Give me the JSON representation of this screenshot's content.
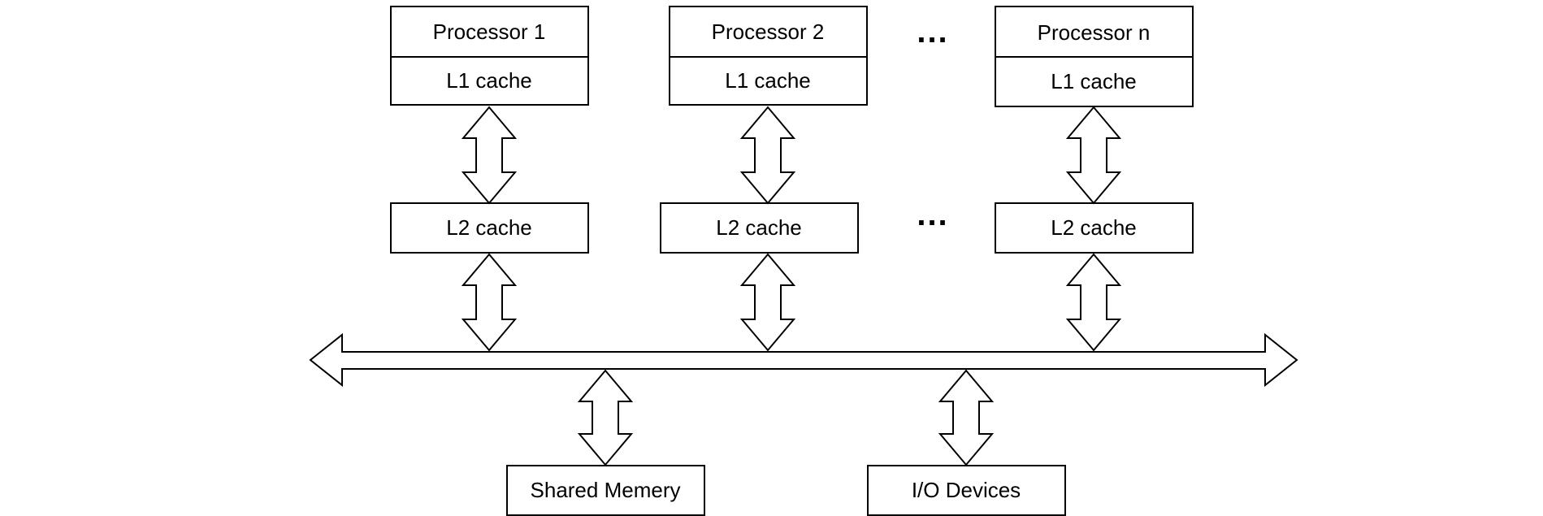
{
  "processors": [
    {
      "name": "Processor 1",
      "l1": "L1 cache",
      "l2": "L2 cache"
    },
    {
      "name": "Processor 2",
      "l1": "L1 cache",
      "l2": "L2 cache"
    },
    {
      "name": "Processor n",
      "l1": "L1 cache",
      "l2": "L2 cache"
    }
  ],
  "ellipsis_top": "...",
  "ellipsis_mid": "...",
  "shared_memory": "Shared Memery",
  "io_devices": "I/O Devices"
}
